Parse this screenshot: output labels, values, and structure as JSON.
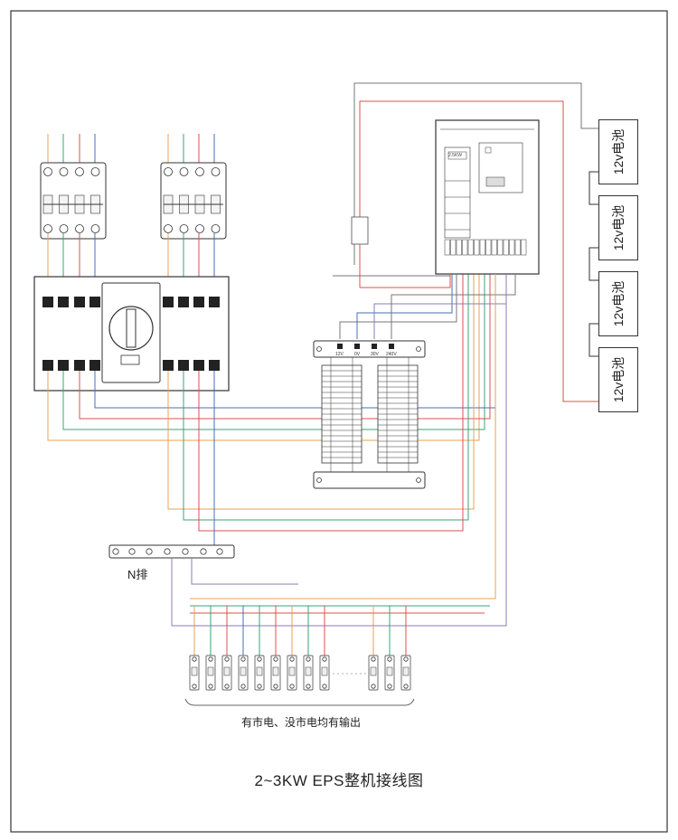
{
  "title": "2~3KW EPS整机接线图",
  "output_label": "有市电、没市电均有输出",
  "n_bar_label": "N排",
  "batteries": [
    "12v电池",
    "12v电池",
    "12v电池",
    "12v电池"
  ],
  "transformer_taps": [
    "12V",
    "0V",
    "30V",
    "240V"
  ],
  "eps_panel_label": "2.5KW",
  "colors": {
    "red": "#d9534f",
    "green": "#3aa676",
    "blue": "#4a6fb5",
    "orange": "#e8a055",
    "purple": "#8e7bb5",
    "gray": "#777777",
    "frame": "#333333"
  }
}
